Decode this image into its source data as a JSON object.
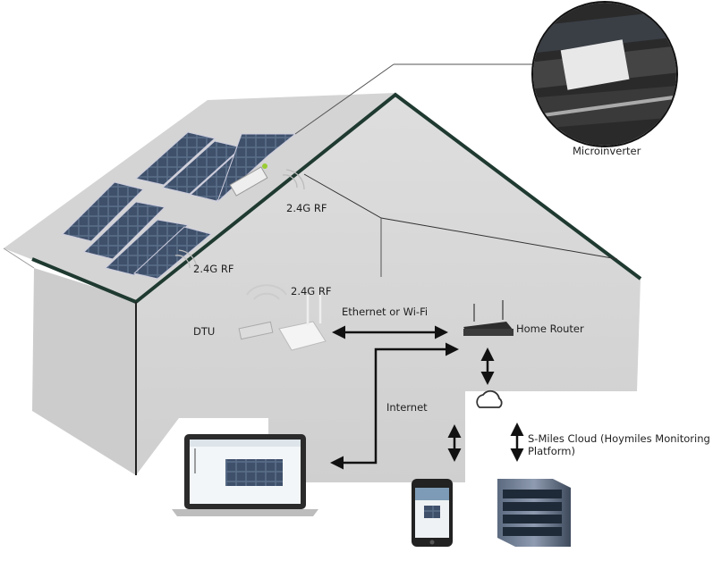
{
  "labels": {
    "microinverter": "Microinverter",
    "rf_1": "2.4G RF",
    "rf_2": "2.4G RF",
    "rf_3": "2.4G RF",
    "dtu": "DTU",
    "ethernet_wifi": "Ethernet or Wi-Fi",
    "home_router": "Home Router",
    "internet": "Internet",
    "cloud": "S-Miles Cloud (Hoymiles Monitoring Platform)"
  },
  "colors": {
    "house_wall": "#d9d9d9",
    "roof_outline": "#1f3a30",
    "panel": "#4c5f7a",
    "arrow": "#111111"
  },
  "icons": [
    "microinverter-photo",
    "solar-panel-array",
    "dtu-device",
    "home-router",
    "cloud-icon",
    "laptop",
    "smartphone",
    "server"
  ]
}
